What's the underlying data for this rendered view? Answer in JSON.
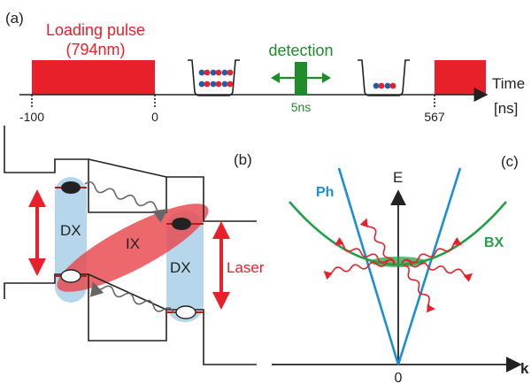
{
  "panel_a": {
    "label": "(a)",
    "pulse_label_line1": "Loading pulse",
    "pulse_label_line2": "(794nm)",
    "detection_label": "detection",
    "detection_width": "5ns",
    "axis_label_line1": "Time",
    "axis_label_line2": "[ns]",
    "ticks": [
      "-100",
      "0",
      "567"
    ]
  },
  "panel_b": {
    "label": "(b)",
    "dx_left": "DX",
    "ix": "IX",
    "dx_right": "DX",
    "laser": "Laser"
  },
  "panel_c": {
    "label": "(c)",
    "photon": "Ph",
    "energy_axis": "E",
    "biexciton": "BX",
    "k_axis": "k",
    "origin": "0"
  },
  "colors": {
    "pulse_red": "#e8202a",
    "detection_green": "#1e8c28",
    "photon_blue": "#1a8fd6",
    "bx_green": "#22a048",
    "dx_blue": "#a9cfe8",
    "ix_red": "#e8474c",
    "line_black": "#222222"
  }
}
